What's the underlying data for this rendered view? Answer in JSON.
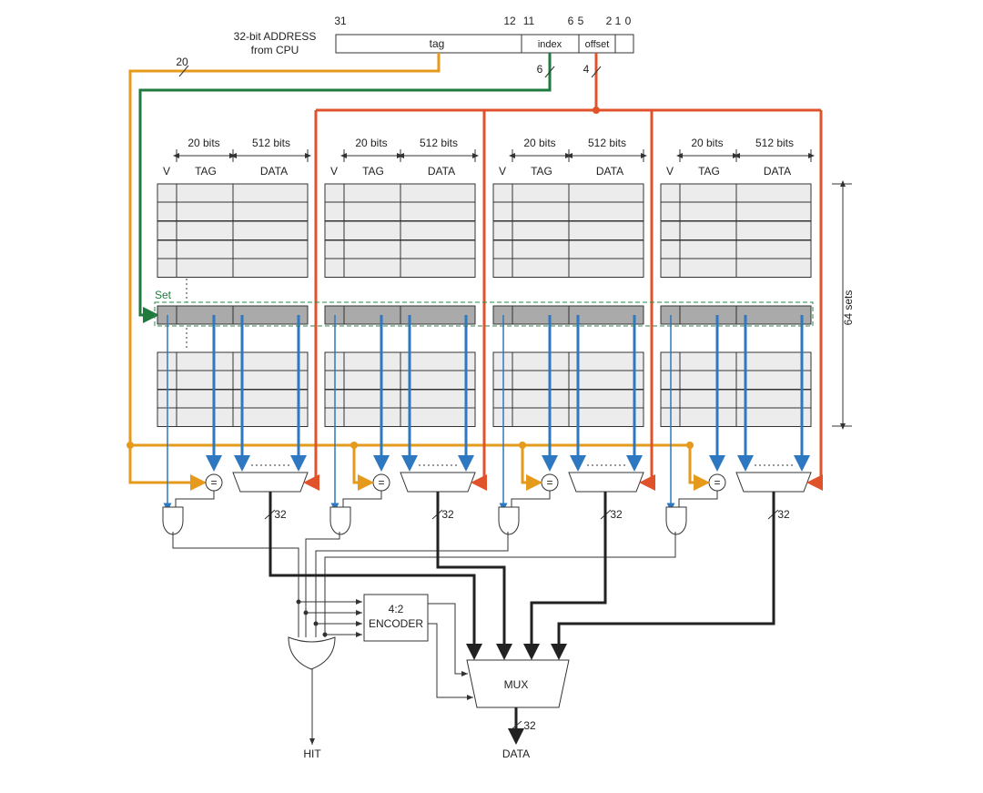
{
  "address": {
    "title_line1": "32-bit ADDRESS",
    "title_line2": "from CPU",
    "bit_labels": [
      "31",
      "12",
      "11",
      "6",
      "5",
      "2",
      "1",
      "0"
    ],
    "fields": [
      "tag",
      "index",
      "offset"
    ],
    "tag_width_label": "20",
    "index_width_label": "6",
    "offset_width_label": "4"
  },
  "way": {
    "tag_bits_label": "20 bits",
    "data_bits_label": "512 bits",
    "v_label": "V",
    "tag_label": "TAG",
    "data_label": "DATA",
    "count": 4
  },
  "set_label": "Set",
  "sets_label": "64 sets",
  "compare_symbol": "=",
  "data_bus_label": "32",
  "encoder": {
    "line1": "4:2",
    "line2": "ENCODER"
  },
  "mux_label": "MUX",
  "output_bus_label": "32",
  "hit_label": "HIT",
  "data_out_label": "DATA",
  "colors": {
    "tag_path": "#e59a1c",
    "index_path": "#1f7a3d",
    "offset_path": "#e0532a",
    "read_path": "#2d78c0",
    "data_path": "#222222"
  }
}
